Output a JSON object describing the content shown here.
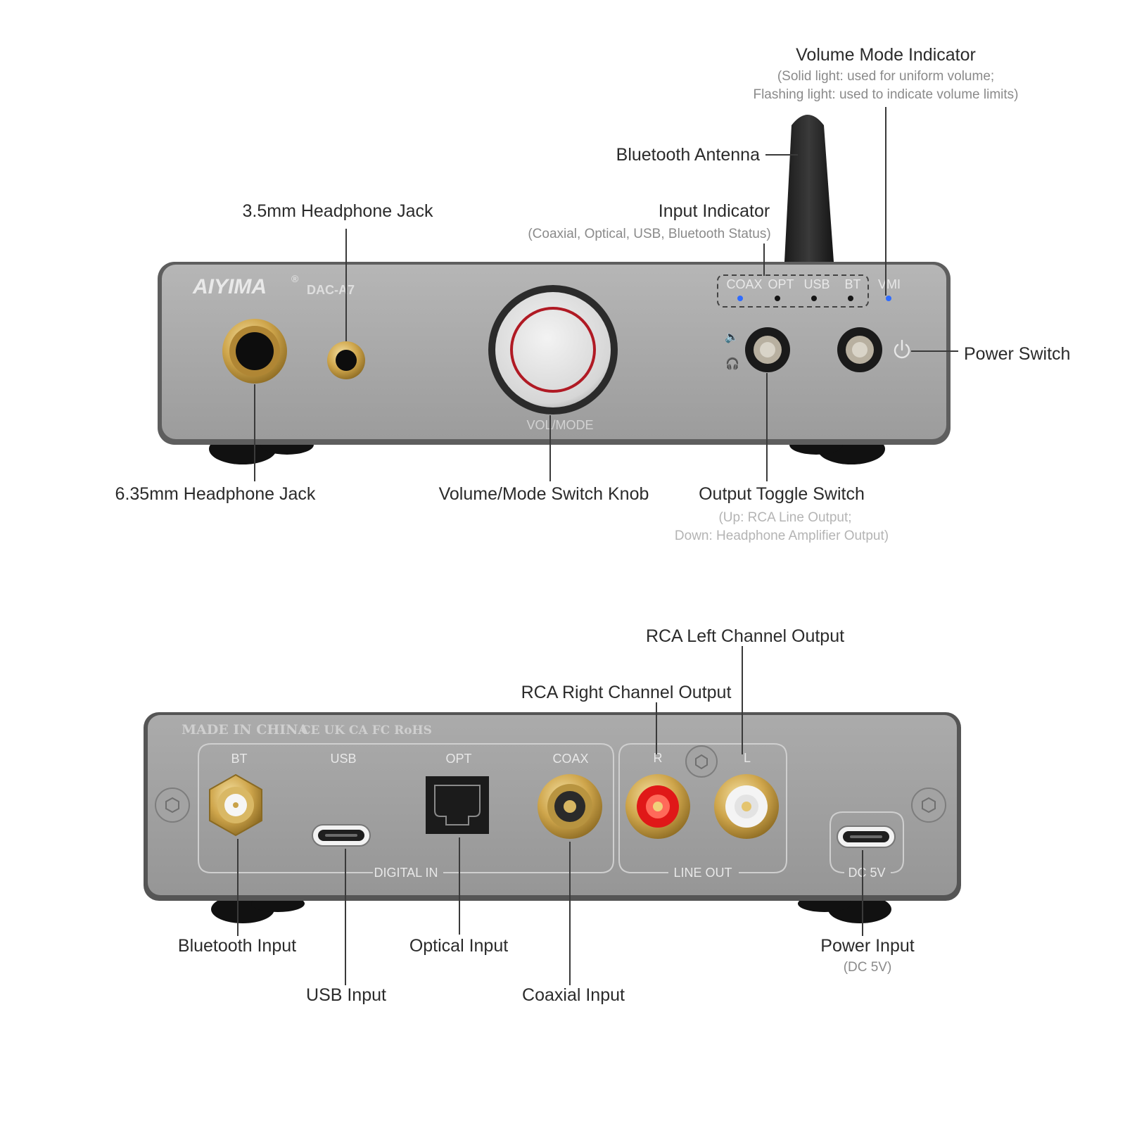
{
  "front": {
    "brand": "AIYIMA",
    "brand_mark": "®",
    "model": "DAC-A7",
    "knob_label": "VOL/MODE",
    "indicator_labels": [
      "COAX",
      "OPT",
      "USB",
      "BT"
    ],
    "vmi_label": "VMI",
    "labels": {
      "volume_mode_indicator": "Volume Mode Indicator",
      "volume_mode_indicator_note1": "(Solid light: used for uniform volume;",
      "volume_mode_indicator_note2": "Flashing light: used to indicate volume limits)",
      "bluetooth_antenna": "Bluetooth Antenna",
      "headphone_35": "3.5mm Headphone Jack",
      "input_indicator": "Input Indicator",
      "input_indicator_note": "(Coaxial, Optical, USB, Bluetooth Status)",
      "power_switch": "Power Switch",
      "headphone_635": "6.35mm Headphone Jack",
      "volume_knob": "Volume/Mode Switch Knob",
      "output_toggle": "Output Toggle Switch",
      "output_toggle_note1": "(Up: RCA Line Output;",
      "output_toggle_note2": "Down: Headphone Amplifier Output)"
    },
    "colors": {
      "led_active": "#2f6cff",
      "led_off": "#151515",
      "knob_ring": "#b01a24",
      "gold": "#c9a24a"
    }
  },
  "rear": {
    "etched": "MADE IN CHINA",
    "cert_marks": "CE  UK CA  FC  RoHS",
    "ports": [
      "BT",
      "USB",
      "OPT",
      "COAX"
    ],
    "rca_r": "R",
    "rca_l": "L",
    "group_digital": "DIGITAL IN",
    "group_line": "LINE OUT",
    "group_power": "DC 5V",
    "labels": {
      "rca_left": "RCA Left Channel Output",
      "rca_right": "RCA Right Channel Output",
      "bluetooth_input": "Bluetooth Input",
      "usb_input": "USB Input",
      "optical_input": "Optical Input",
      "coaxial_input": "Coaxial Input",
      "power_input": "Power Input",
      "power_input_note": "(DC 5V)"
    },
    "colors": {
      "rca_red": "#e01818",
      "rca_white": "#f4f4f4",
      "gold": "#c9a24a"
    }
  }
}
